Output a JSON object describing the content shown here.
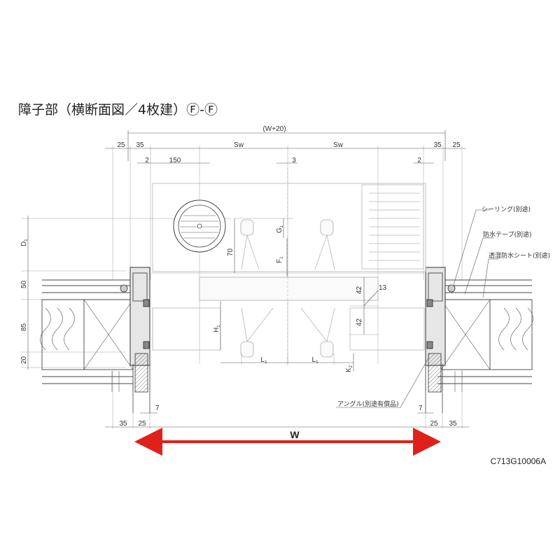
{
  "title": "障子部（横断面図／4枚建）Ⓕ-Ⓕ",
  "dimensions": {
    "overall": "(W+20)",
    "left_25": "25",
    "left_35": "35",
    "sw_left": "Sw",
    "sw_right": "Sw",
    "right_35": "35",
    "right_25": "25",
    "left_2": "2",
    "d150": "150",
    "center_3": "3",
    "right_2": "2",
    "v_50": "50",
    "v_85": "85",
    "v_20": "20",
    "d1": "D",
    "d1_sub": "1",
    "g1": "G",
    "g1_sub": "1",
    "v_70": "70",
    "f1": "F",
    "f1_sub": "1",
    "h1": "H",
    "h1_sub": "1",
    "v_42a": "42",
    "v_42b": "42",
    "d_13": "13",
    "l1a": "L",
    "l1a_sub": "1",
    "l1b": "L",
    "l1b_sub": "1",
    "k2": "K",
    "k2_sub": "2",
    "bottom_left_7": "7",
    "bottom_right_7": "7",
    "bottom_left_35": "35",
    "bottom_left_25": "25",
    "bottom_right_25": "25",
    "bottom_right_35": "35"
  },
  "notes": {
    "sealing": "シーリング(別途)",
    "waterproof_tape": "防水テープ(別途)",
    "moisture_sheet": "透湿防水シート(別途)",
    "angle": "アングル(別途有償品)"
  },
  "width_label": "W",
  "drawing_code": "C713G10006A",
  "colors": {
    "arrow": "#e0201a",
    "line": "#444444",
    "ghost": "#b5b5b5"
  }
}
